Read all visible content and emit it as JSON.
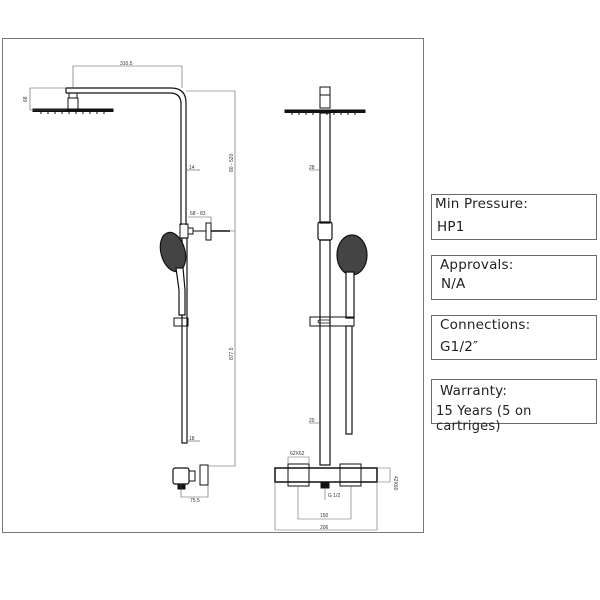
{
  "drawing": {
    "title": "Thermostatic shower column technical drawing",
    "side_view": {
      "dimensions": {
        "arm_length": "310.5",
        "head_height": "68",
        "upper_pipe_dia": "14",
        "height_range": "80 - 520",
        "wall_bracket": "68 - 83",
        "rail_length": "877.5",
        "lower_pipe_dia": "18",
        "valve_offset": "75.5"
      }
    },
    "front_view": {
      "dimensions": {
        "upper_pipe_dia": "28",
        "lower_pipe_dia": "20",
        "handle_size": "62X62",
        "outlet": "G 1/2",
        "centres": "150",
        "valve_width": "206",
        "valve_body": "42X60"
      }
    }
  },
  "specs": [
    {
      "label": "Min Pressure:",
      "value": "HP1"
    },
    {
      "label": "Approvals:",
      "value": "N/A"
    },
    {
      "label": "Connections:",
      "value": "G1/2″"
    },
    {
      "label": "Warranty:",
      "value": "15 Years (5 on cartriges)"
    }
  ]
}
